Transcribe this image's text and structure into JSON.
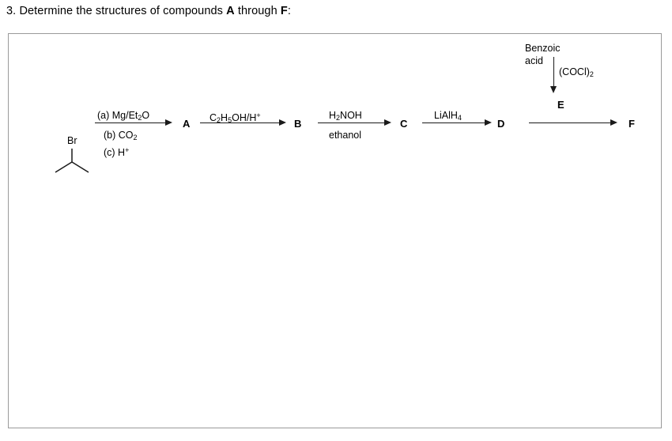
{
  "question": {
    "number": "3.",
    "text_before": "Determine the structures of compounds",
    "first_compound": "A",
    "text_middle": "through",
    "last_compound": "F",
    "text_after": ":",
    "full_text": "3. Determine the structures of compounds A through F:"
  },
  "scheme": {
    "start_material": {
      "name": "isopropyl-bromide",
      "substituent_label": "Br"
    },
    "steps": [
      {
        "id": "step-1",
        "reagents_above": "(a) Mg/Et2O",
        "reagents_above_parts": {
          "prefix": "(a) Mg/Et",
          "sub": "2",
          "suffix": "O"
        },
        "reagents_below_line_1": {
          "prefix": "(b) CO",
          "sub": "2",
          "suffix": ""
        },
        "reagents_below_line_2": {
          "prefix": "(c) H",
          "sup": "+",
          "suffix": ""
        },
        "product": "A"
      },
      {
        "id": "step-2",
        "reagents_above_parts": {
          "p1": "C",
          "s1": "2",
          "p2": "H",
          "s2": "5",
          "p3": "OH/H",
          "sup": "+"
        },
        "product": "B"
      },
      {
        "id": "step-3",
        "reagents_above_parts": {
          "p1": "H",
          "s1": "2",
          "p2": "NOH"
        },
        "reagents_below": "ethanol",
        "product": "C"
      },
      {
        "id": "step-4",
        "reagents_above_parts": {
          "p1": "LiAlH",
          "s1": "4"
        },
        "product": "D"
      },
      {
        "id": "step-5",
        "reagents_above": "E",
        "product": "F"
      }
    ],
    "side_reaction": {
      "reactant_line_1": "Benzoic",
      "reactant_line_2": "acid",
      "reagent_parts": {
        "p1": "(COCl)",
        "s1": "2"
      },
      "product": "E"
    },
    "compound_labels": [
      "A",
      "B",
      "C",
      "D",
      "E",
      "F"
    ]
  },
  "colors": {
    "text": "#000000",
    "arrow": "#1a1a1a",
    "box_border": "#9a9a9a",
    "background": "#ffffff"
  }
}
